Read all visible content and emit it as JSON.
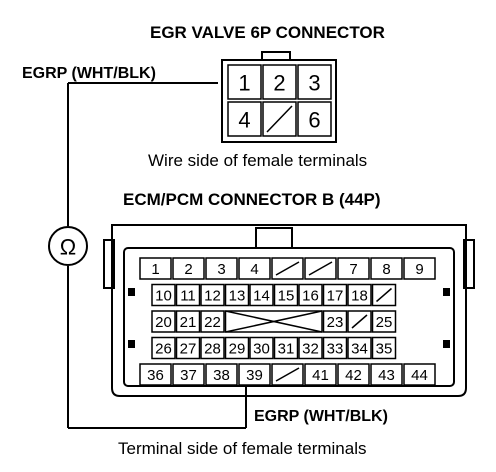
{
  "egr": {
    "title": "EGR VALVE 6P CONNECTOR",
    "wire_label": "EGRP (WHT/BLK)",
    "caption": "Wire side of female terminals",
    "terminals": [
      "1",
      "2",
      "3",
      "4",
      "",
      "6"
    ]
  },
  "ohm_symbol": "Ω",
  "ecm": {
    "title": "ECM/PCM CONNECTOR B (44P)",
    "wire_label": "EGRP (WHT/BLK)",
    "caption": "Terminal side of female terminals",
    "rows": [
      [
        "1",
        "2",
        "3",
        "4",
        "",
        "",
        "7",
        "8",
        "9"
      ],
      [
        "10",
        "11",
        "12",
        "13",
        "14",
        "15",
        "16",
        "17",
        "18",
        ""
      ],
      [
        "20",
        "21",
        "22",
        "",
        "",
        "",
        "",
        "23",
        "",
        "25"
      ],
      [
        "26",
        "27",
        "28",
        "29",
        "30",
        "31",
        "32",
        "33",
        "34",
        "35"
      ],
      [
        "36",
        "37",
        "38",
        "39",
        "",
        "41",
        "42",
        "43",
        "44"
      ]
    ]
  }
}
